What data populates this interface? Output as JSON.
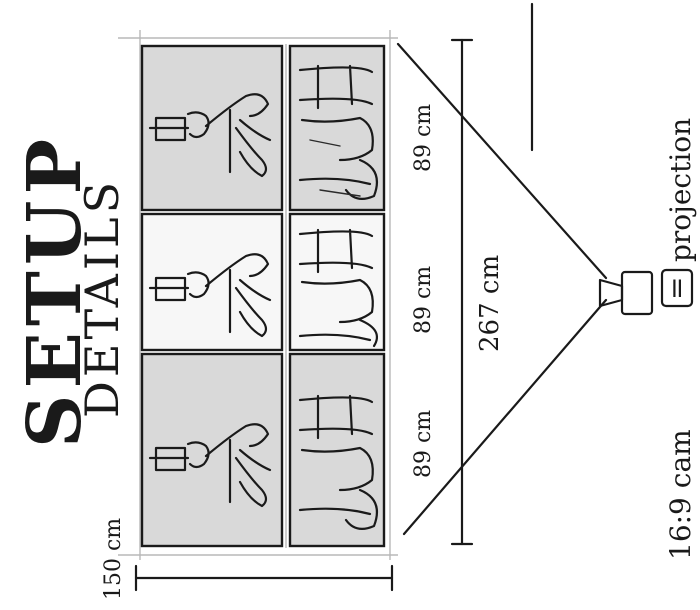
{
  "title": {
    "line1": "SETUP",
    "line2": "DETAILS"
  },
  "dimensions": {
    "total_width": "150 cm",
    "panel_height_left": "89 cm",
    "panel_height_middle": "89 cm",
    "panel_height_right": "89 cm",
    "total_height": "267 cm"
  },
  "camera": {
    "label": "16:9 cam",
    "symbol": "=",
    "projection": "projection"
  },
  "panels": [
    {
      "id": "left-top",
      "tone": "grey"
    },
    {
      "id": "left-bottom",
      "tone": "grey"
    },
    {
      "id": "middle-top",
      "tone": "white"
    },
    {
      "id": "middle-bottom",
      "tone": "white"
    },
    {
      "id": "right-top",
      "tone": "grey"
    },
    {
      "id": "right-bottom",
      "tone": "grey"
    }
  ]
}
